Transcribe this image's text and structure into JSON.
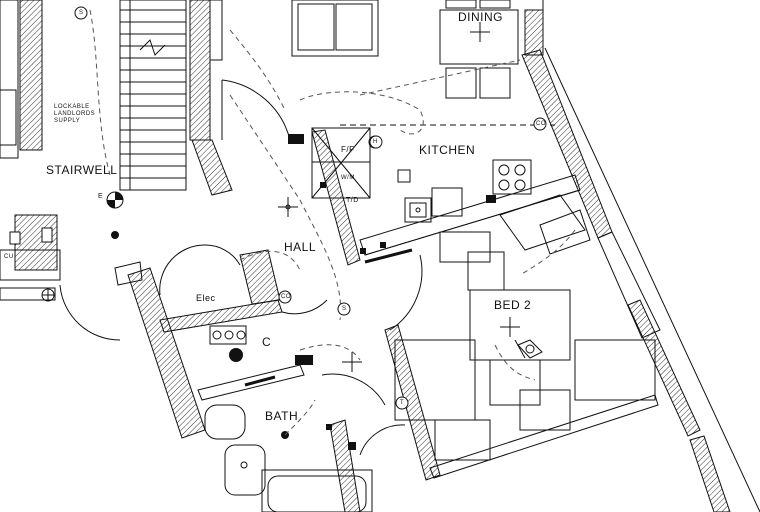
{
  "labels": {
    "stairwell": "STAIRWELL",
    "dining": "DINING",
    "kitchen": "KITCHEN",
    "hall": "HALL",
    "bed2": "BED  2",
    "bath": "BATH",
    "elec": "Elec",
    "cupboard": "C",
    "ff": "F/F",
    "wm": "W/M",
    "td": "T/D",
    "lockable_supply": "LOCKABLE\nLANDLORDS\nSUPPLY",
    "cu": "CU",
    "h_tag": "H",
    "s_tag_1": "S",
    "s_tag_2": "S",
    "t_tag": "T",
    "co_tag_1": "CO",
    "co_tag_2": "CO",
    "e_tag": "E"
  },
  "colors": {
    "line": "#111111",
    "dashed": "#555555",
    "hatch": "#333333"
  }
}
